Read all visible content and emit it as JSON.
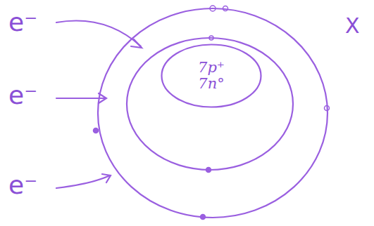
{
  "diagram": {
    "nodes": [
      {
        "text": [
          "7p⁺",
          "7n°"
        ]
      }
    ],
    "labels": [
      "e⁻",
      "e⁻",
      "e⁻",
      "X"
    ]
  }
}
